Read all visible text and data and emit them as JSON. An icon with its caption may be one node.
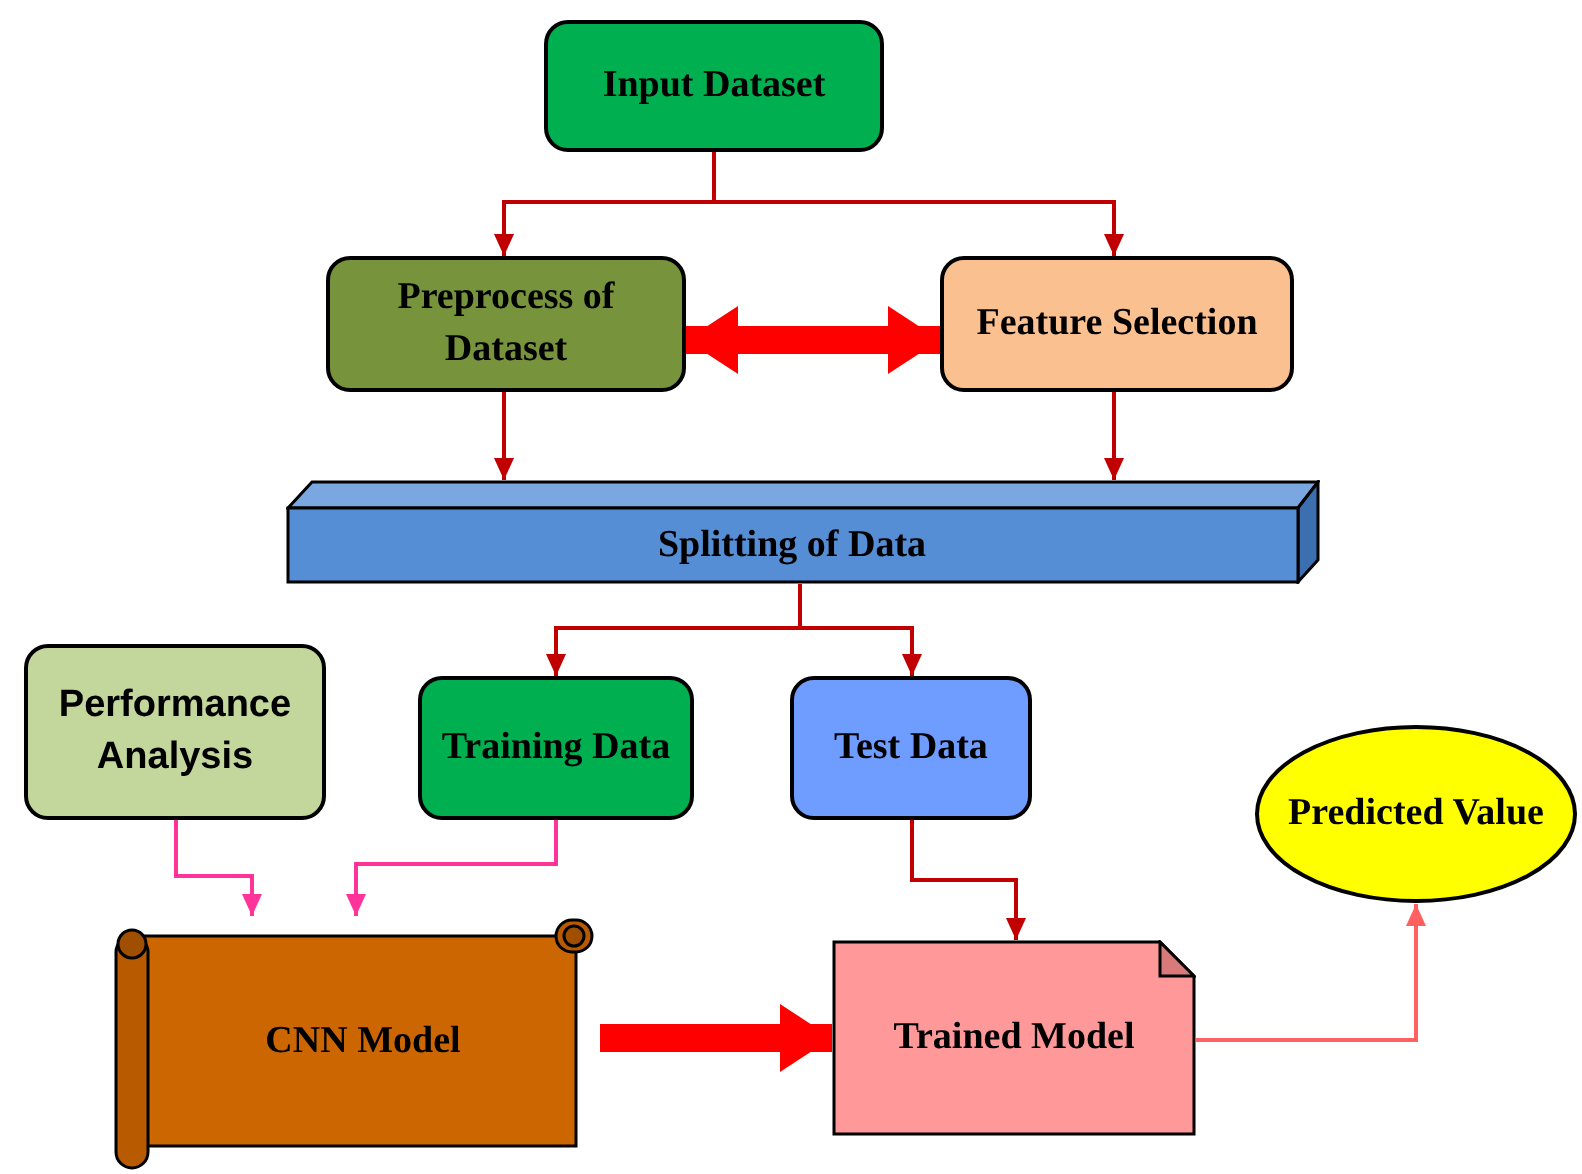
{
  "diagram": {
    "nodes": [
      {
        "text": [
          "Input Dataset"
        ]
      },
      {
        "text": [
          "Preprocess of Dataset"
        ]
      },
      {
        "text": [
          "Feature Selection"
        ]
      },
      {
        "text": [
          "Splitting of Data"
        ]
      },
      {
        "text": [
          "Performance Analysis"
        ]
      },
      {
        "text": [
          "Training Data"
        ]
      },
      {
        "text": [
          "Test Data"
        ]
      },
      {
        "text": [
          "CNN Model"
        ]
      },
      {
        "text": [
          "Trained Model"
        ]
      },
      {
        "text": [
          "Predicted Value"
        ]
      }
    ],
    "edges": [
      {
        "from": 0,
        "to": 1,
        "arrow": "to"
      },
      {
        "from": 0,
        "to": 2,
        "arrow": "to"
      },
      {
        "from": 1,
        "to": 2,
        "arrow": "both",
        "style": "thick",
        "color": "#ff0000"
      },
      {
        "from": 1,
        "to": 3,
        "arrow": "to"
      },
      {
        "from": 2,
        "to": 3,
        "arrow": "to"
      },
      {
        "from": 3,
        "to": 5,
        "arrow": "to"
      },
      {
        "from": 3,
        "to": 6,
        "arrow": "to"
      },
      {
        "from": 4,
        "to": 7,
        "arrow": "to",
        "color": "#ff3399"
      },
      {
        "from": 5,
        "to": 7,
        "arrow": "to",
        "color": "#ff3399"
      },
      {
        "from": 6,
        "to": 8,
        "arrow": "to"
      },
      {
        "from": 7,
        "to": 8,
        "arrow": "to",
        "style": "thick",
        "color": "#ff0000"
      },
      {
        "from": 8,
        "to": 9,
        "arrow": "to",
        "color": "#ff6060"
      }
    ]
  }
}
